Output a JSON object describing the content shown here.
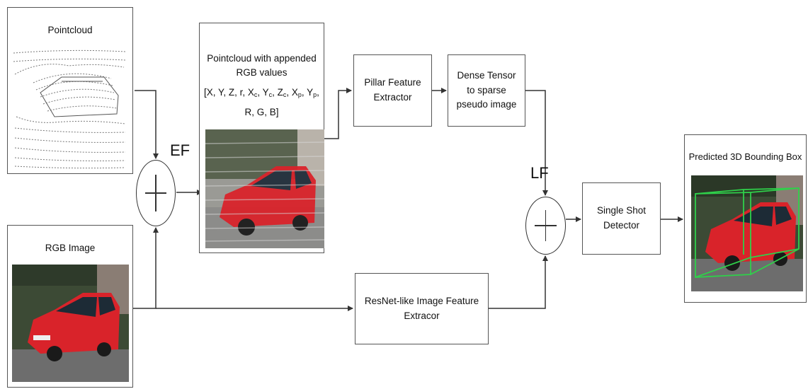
{
  "inputs": {
    "pointcloud_title": "Pointcloud",
    "rgb_title": "RGB Image"
  },
  "fusion": {
    "early": "EF",
    "late": "LF"
  },
  "appended": {
    "line1": "Pointcloud with appended",
    "line2": "RGB values",
    "vec_a": "[X, Y, Z, r, X",
    "sub_c1": "c",
    "vec_b": ", Y",
    "sub_c2": "c",
    "vec_c": ", Z",
    "sub_c3": "c",
    "vec_d": ", X",
    "sub_p1": "p",
    "vec_e": ", Y",
    "sub_p2": "p",
    "vec_f": ",",
    "line4": "R, G, B]"
  },
  "blocks": {
    "pillar": "Pillar Feature Extractor",
    "dense": "Dense Tensor to sparse pseudo image",
    "resnet": "ResNet-like Image Feature Extracor",
    "ssd": "Single Shot Detector"
  },
  "output": {
    "title": "Predicted 3D Bounding Box"
  },
  "colors": {
    "car": "#d9232a",
    "bbox": "#2fd04a",
    "foliage": "#3c4a35",
    "road": "#6d6d6d"
  }
}
